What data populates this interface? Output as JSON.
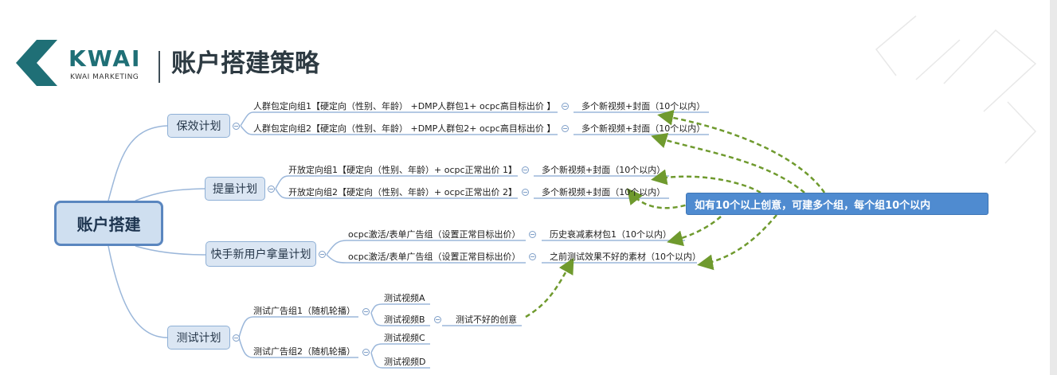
{
  "brand": {
    "logo_text": "KWAI",
    "logo_sub": "KWAI MARKETING",
    "teal": "#1f6f76"
  },
  "slide_title": "账户搭建策略",
  "mindmap": {
    "root": "账户搭建",
    "branches": [
      {
        "label": "保效计划",
        "groups": [
          {
            "group": "人群包定向组1【硬定向（性别、年龄） +DMP人群包1+  ocpc高目标出价 】",
            "item": "多个新视频+封面（10个以内）"
          },
          {
            "group": "人群包定向组2【硬定向（性别、年龄） +DMP人群包2+  ocpc高目标出价 】",
            "item": "多个新视频+封面（10个以内）"
          }
        ]
      },
      {
        "label": "提量计划",
        "groups": [
          {
            "group": "开放定向组1【硬定向（性别、年龄）+ ocpc正常出价 1】",
            "item": "多个新视频+封面（10个以内）"
          },
          {
            "group": "开放定向组2【硬定向（性别、年龄）+ ocpc正常出价 2】",
            "item": "多个新视频+封面（10个以内）"
          }
        ]
      },
      {
        "label": "快手新用户拿量计划",
        "groups": [
          {
            "group": "ocpc激活/表单广告组（设置正常目标出价）",
            "item": "历史衰减素材包1（10个以内）"
          },
          {
            "group": "ocpc激活/表单广告组（设置正常目标出价）",
            "item": "之前测试效果不好的素材（10个以内）"
          }
        ]
      },
      {
        "label": "测试计划",
        "test_groups": [
          {
            "group": "测试广告组1（随机轮播）",
            "videos": [
              "测试视频A",
              "测试视频B"
            ]
          },
          {
            "group": "测试广告组2（随机轮播）",
            "videos": [
              "测试视频C",
              "测试视频D"
            ]
          }
        ],
        "bad_creative": "测试不好的创意"
      }
    ]
  },
  "callout": "如有10个以上创意，可建多个组，每个组10个以内",
  "colors": {
    "branch_line": "#9bb7da",
    "arrow": "#6f9a2e",
    "callout_bg": "#4f8bd0"
  }
}
